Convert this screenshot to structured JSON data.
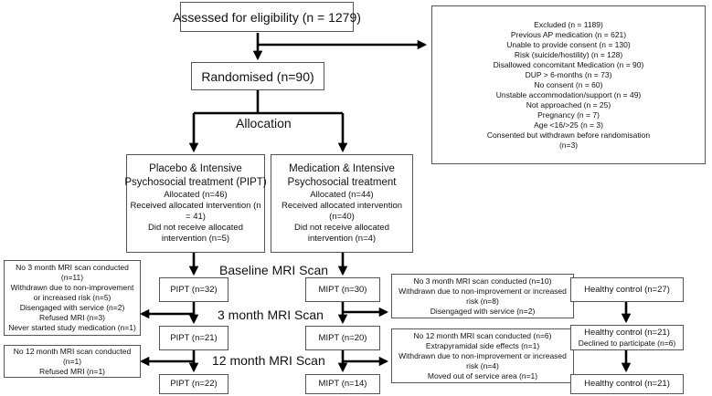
{
  "assessed": "Assessed for eligibility (n = 1279)",
  "excluded": {
    "lines": [
      "Excluded (n = 1189)",
      "Previous AP medication (n = 621)",
      "Unable to provide consent (n = 130)",
      "Risk (suicide/hostility) (n = 128)",
      "Disallowed concomitant Medication (n = 90)",
      "DUP > 6-months (n = 73)",
      "No consent (n = 60)",
      "Unstable accommodation/support (n = 49)",
      "Not approached (n = 25)",
      "Pregnancy (n = 7)",
      "Age <16/>25 (n = 3)",
      "Consented but withdrawn before randomisation",
      "(n=3)"
    ]
  },
  "randomised": "Randomised  (n=90)",
  "allocation": "Allocation",
  "pipt_arm": {
    "title1": "Placebo & Intensive",
    "title2": "Psychosocial treatment (PIPT)",
    "lines": [
      "Allocated (n=46)",
      "Received allocated intervention (n",
      "= 41)",
      "Did not receive allocated",
      "intervention (n=5)"
    ]
  },
  "mipt_arm": {
    "title1": "Medication & Intensive",
    "title2": "Psychosocial treatment",
    "lines": [
      "Allocated (n=44)",
      "Received allocated intervention",
      "(n=40)",
      "Did not receive allocated",
      "intervention (n=4)"
    ]
  },
  "stages": {
    "baseline": "Baseline MRI Scan",
    "month3": "3 month MRI Scan",
    "month12": "12 month MRI Scan"
  },
  "pipt_nodes": [
    "PIPT (n=32)",
    "PIPT (n=21)",
    "PIPT (n=22)"
  ],
  "mipt_nodes": [
    "MIPT (n=30)",
    "MIPT (n=20)",
    "MIPT (n=14)"
  ],
  "hc_nodes": [
    "Healthy control (n=27)",
    "Healthy control (n=21)",
    "Healthy control (n=21)"
  ],
  "hc_note": "Declined to participate (n=6)",
  "pipt_drop1": [
    "No 3 month MRI scan conducted",
    "(n=11)",
    "Withdrawn due to non-improvement",
    "or increased risk (n=5)",
    "Disengaged with service (n=2)",
    "Refused MRI (n=3)",
    "Never started study medication (n=1)"
  ],
  "pipt_drop2": [
    "No 12 month MRI scan conducted",
    "(n=1)",
    "Refused MRI (n=1)"
  ],
  "mipt_drop1": [
    "No 3 month MRI scan conducted (n=10)",
    "Withdrawn due to non-improvement or increased",
    "risk (n=8)",
    "Disengaged with service (n=2)"
  ],
  "mipt_drop2": [
    "No 12 month MRI scan conducted (n=6)",
    "Extrapyramidal side effects (n=1)",
    "Withdrawn due to non-improvement or increased",
    "risk (n=4)",
    "Moved out of service area (n=1)"
  ]
}
